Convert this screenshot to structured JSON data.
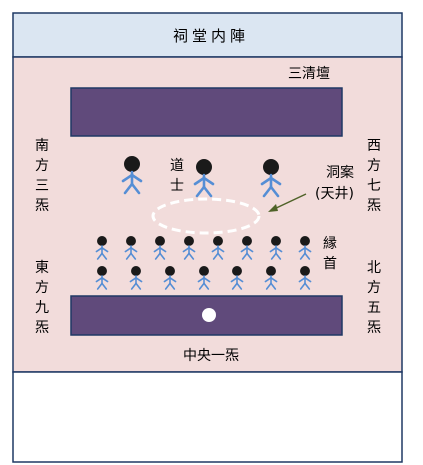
{
  "title": "祠堂内陣",
  "altar_top_label": "三清壇",
  "center_bottom_label": "中央一炁",
  "side_labels": {
    "left_top": [
      "南",
      "方",
      "三",
      "炁"
    ],
    "left_bottom": [
      "東",
      "方",
      "九",
      "炁"
    ],
    "right_top": [
      "西",
      "方",
      "七",
      "炁"
    ],
    "right_bottom": [
      "北",
      "方",
      "五",
      "炁"
    ]
  },
  "daoshi_label": [
    "道",
    "士"
  ],
  "yuanshou_label": [
    "縁",
    "首"
  ],
  "dongan_label": [
    "洞案",
    "(天井)"
  ],
  "colors": {
    "title_bg": "#dbe6f2",
    "hall_bg": "#f2dcdb",
    "altar": "#604a7b",
    "figure_head": "#1a1a1a",
    "figure_body": "#558ed5",
    "arrow": "#4f6228",
    "border": "#1f3864"
  }
}
